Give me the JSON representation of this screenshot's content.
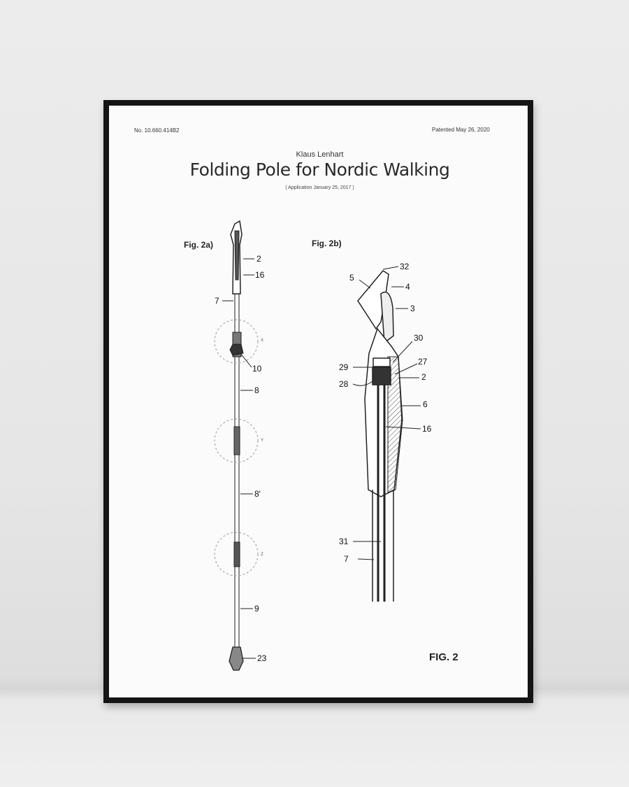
{
  "poster": {
    "patent_number": "No. 10.660.414B2",
    "patented_date": "Patented May 26, 2020",
    "inventor": "Klaus Lenhart",
    "title": "Folding Pole for Nordic Walking",
    "application": "( Application January 25, 2017 )",
    "figure_caption": "FIG. 2"
  },
  "fig_2a": {
    "label": "Fig. 2a)",
    "callouts": [
      "2",
      "16",
      "7",
      "10",
      "8",
      "8'",
      "9",
      "23"
    ],
    "detail_marks": [
      "X",
      "Y",
      "Z"
    ]
  },
  "fig_2b": {
    "label": "Fig. 2b)",
    "callouts": [
      "32",
      "5",
      "4",
      "3",
      "30",
      "29",
      "27",
      "2",
      "28",
      "6",
      "16",
      "31",
      "7"
    ]
  }
}
